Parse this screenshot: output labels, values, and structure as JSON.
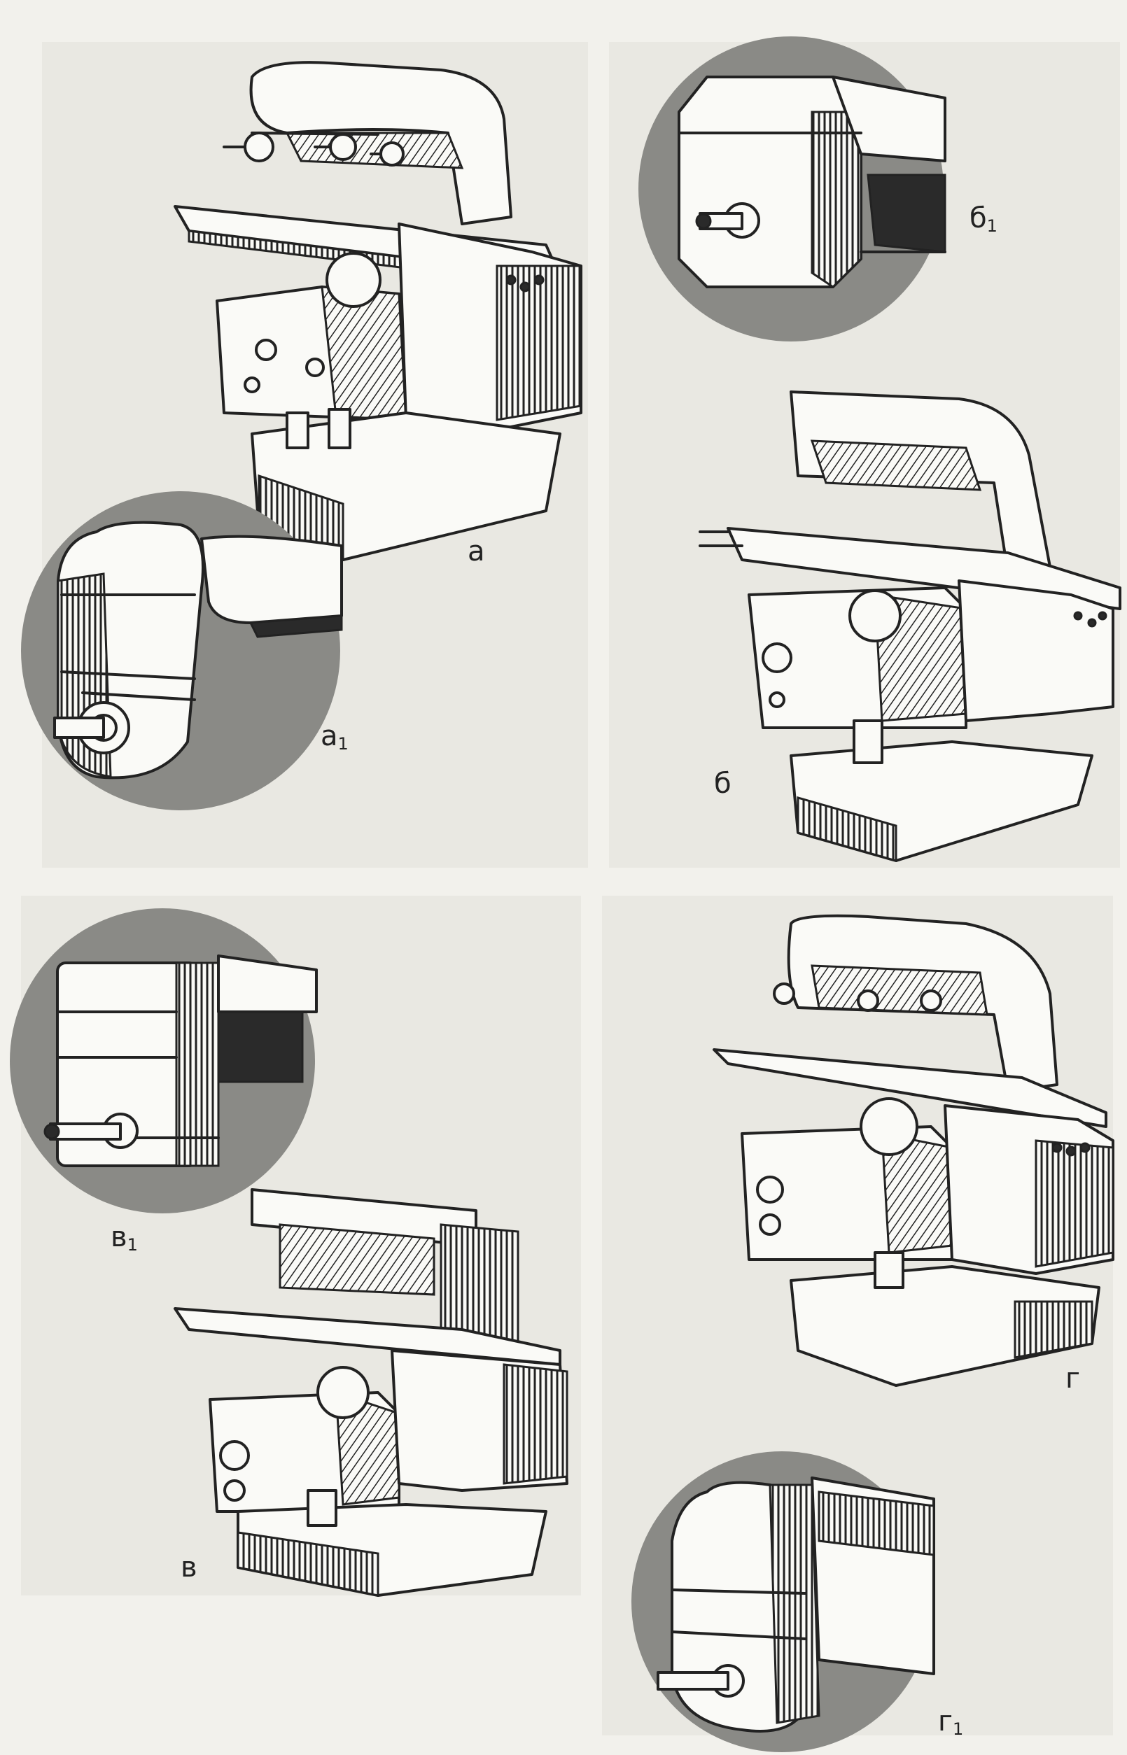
{
  "figure": {
    "labels": {
      "a": "а",
      "a1_main": "а",
      "a1_sub": "1",
      "b": "б",
      "b1_main": "б",
      "b1_sub": "1",
      "v": "в",
      "v1_main": "в",
      "v1_sub": "1",
      "g": "г",
      "g1_main": "г",
      "g1_sub": "1"
    }
  },
  "colors": {
    "background": "#f2f1ec",
    "circle_bg": "#8a8a86",
    "ink": "#222222"
  }
}
